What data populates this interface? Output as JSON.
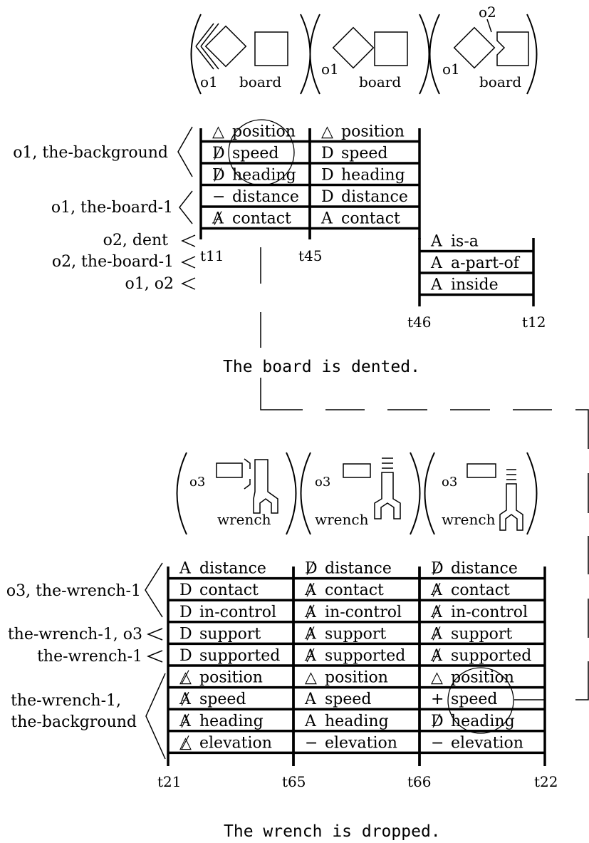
{
  "top": {
    "frames": [
      {
        "obj": "o1",
        "board": "board"
      },
      {
        "obj": "o1",
        "board": "board"
      },
      {
        "obj": "o1",
        "board": "board",
        "extra": "o2"
      }
    ],
    "left_labels": [
      "o1, the-background",
      "o1, the-board-1",
      "o2, dent",
      "o2, the-board-1",
      "o1, o2"
    ],
    "times": [
      "t11",
      "t45",
      "t46",
      "t12"
    ],
    "col1": [
      {
        "mark": "△",
        "attr": "position"
      },
      {
        "mark": "D",
        "attr": "speed"
      },
      {
        "mark": "D",
        "attr": "heading"
      },
      {
        "mark": "−",
        "attr": "distance"
      },
      {
        "mark": "A",
        "attr": "contact"
      }
    ],
    "col2": [
      {
        "mark": "△",
        "attr": "position"
      },
      {
        "mark": "D",
        "attr": "speed"
      },
      {
        "mark": "D",
        "attr": "heading"
      },
      {
        "mark": "D",
        "attr": "distance"
      },
      {
        "mark": "A",
        "attr": "contact"
      }
    ],
    "col3": [
      {
        "mark": "A",
        "attr": "is-a"
      },
      {
        "mark": "A",
        "attr": "a-part-of"
      },
      {
        "mark": "A",
        "attr": "inside"
      }
    ],
    "caption": "The board is dented."
  },
  "bottom": {
    "frames": [
      {
        "obj": "o3",
        "tool": "wrench"
      },
      {
        "obj": "o3",
        "tool": "wrench"
      },
      {
        "obj": "o3",
        "tool": "wrench"
      }
    ],
    "left_labels": [
      "o3, the-wrench-1",
      "the-wrench-1, o3",
      "the-wrench-1",
      "the-wrench-1,",
      "the-background"
    ],
    "times": [
      "t21",
      "t65",
      "t66",
      "t22"
    ],
    "col1": [
      {
        "mark": "A",
        "attr": "distance"
      },
      {
        "mark": "D",
        "attr": "contact"
      },
      {
        "mark": "D",
        "attr": "in-control"
      },
      {
        "mark": "D",
        "attr": "support"
      },
      {
        "mark": "D",
        "attr": "supported"
      },
      {
        "mark": "△",
        "attr": "position"
      },
      {
        "mark": "A",
        "attr": "speed"
      },
      {
        "mark": "A",
        "attr": "heading"
      },
      {
        "mark": "△",
        "attr": "elevation"
      }
    ],
    "col2": [
      {
        "mark": "D",
        "attr": "distance"
      },
      {
        "mark": "A",
        "attr": "contact"
      },
      {
        "mark": "A",
        "attr": "in-control"
      },
      {
        "mark": "A",
        "attr": "support"
      },
      {
        "mark": "A",
        "attr": "supported"
      },
      {
        "mark": "△",
        "attr": "position"
      },
      {
        "mark": "A",
        "attr": "speed"
      },
      {
        "mark": "A",
        "attr": "heading"
      },
      {
        "mark": "−",
        "attr": "elevation"
      }
    ],
    "col3": [
      {
        "mark": "D",
        "attr": "distance"
      },
      {
        "mark": "A",
        "attr": "contact"
      },
      {
        "mark": "A",
        "attr": "in-control"
      },
      {
        "mark": "A",
        "attr": "support"
      },
      {
        "mark": "A",
        "attr": "supported"
      },
      {
        "mark": "△",
        "attr": "position"
      },
      {
        "mark": "+",
        "attr": "speed"
      },
      {
        "mark": "D",
        "attr": "heading"
      },
      {
        "mark": "−",
        "attr": "elevation"
      }
    ],
    "caption": "The wrench is dropped."
  }
}
